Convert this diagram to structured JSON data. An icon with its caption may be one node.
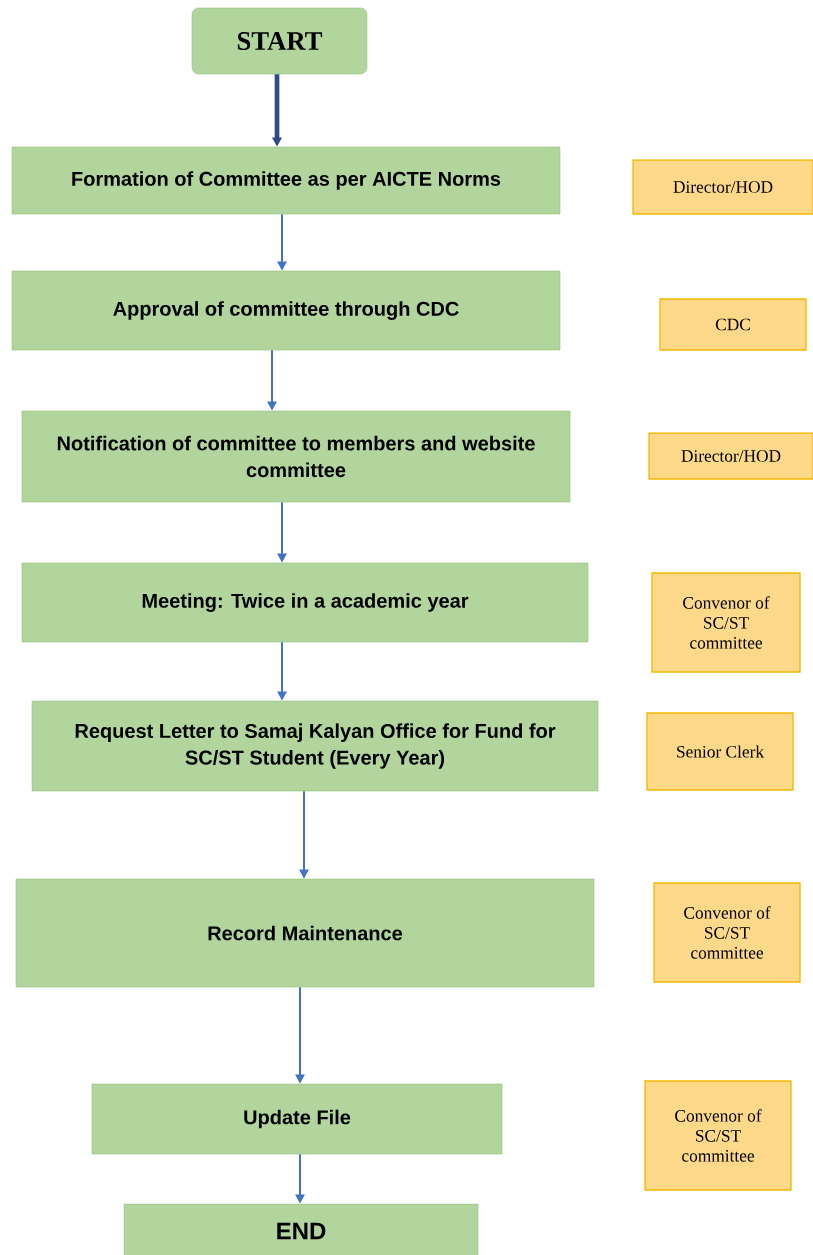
{
  "diagram": {
    "nodes": [
      {
        "text": [
          "START"
        ]
      },
      {
        "text": [
          "Formation of Committee as per AICTE Norms"
        ]
      },
      {
        "text": [
          "Director/HOD"
        ]
      },
      {
        "text": [
          "Approval of committee through CDC"
        ]
      },
      {
        "text": [
          "CDC"
        ]
      },
      {
        "text": [
          "Notification of committee to members and website committee"
        ]
      },
      {
        "text": [
          "Director/HOD"
        ]
      },
      {
        "text": [
          "Meeting: Twice in a academic year"
        ]
      },
      {
        "text": [
          "Convenor of SC/ST committee"
        ]
      },
      {
        "text": [
          "Request Letter to Samaj Kalyan Office for Fund for SC/ST Student (Every Year)"
        ]
      },
      {
        "text": [
          "Senior Clerk"
        ]
      },
      {
        "text": [
          "Record Maintenance"
        ]
      },
      {
        "text": [
          "Convenor of SC/ST committee"
        ]
      },
      {
        "text": [
          "Update File"
        ]
      },
      {
        "text": [
          "Convenor of SC/ST committee"
        ]
      },
      {
        "text": [
          "END"
        ]
      }
    ],
    "edges": [
      {
        "from": 0,
        "to": 1,
        "arrow": "to",
        "style": "thick",
        "color": "#2e4a8c"
      },
      {
        "from": 1,
        "to": 3,
        "arrow": "to"
      },
      {
        "from": 3,
        "to": 5,
        "arrow": "to"
      },
      {
        "from": 5,
        "to": 7,
        "arrow": "to"
      },
      {
        "from": 7,
        "to": 9,
        "arrow": "to"
      },
      {
        "from": 9,
        "to": 11,
        "arrow": "to"
      },
      {
        "from": 11,
        "to": 13,
        "arrow": "to"
      },
      {
        "from": 13,
        "to": 15,
        "arrow": "to"
      }
    ]
  }
}
